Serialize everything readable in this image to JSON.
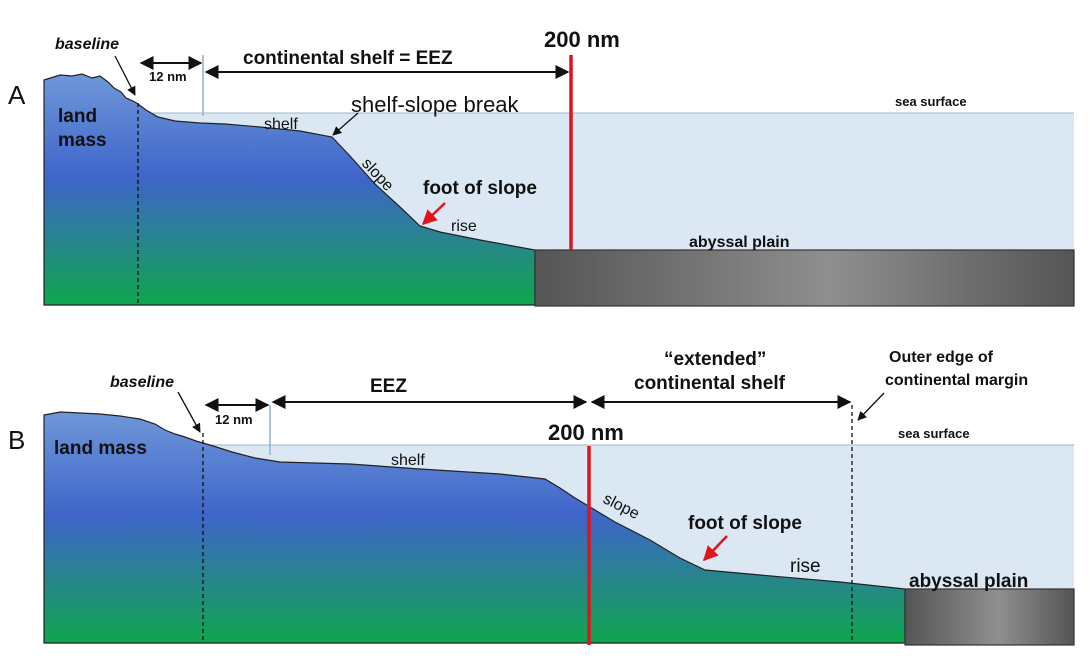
{
  "colors": {
    "sea": "#dbe8f3",
    "sea_border": "#9fb7c9",
    "land_top": "#6f97d9",
    "land_mid": "#3e65c9",
    "land_bottom": "#0fa64e",
    "plain_dark": "#555555",
    "plain_light": "#8f8f8f",
    "line_200nm": "#e0141c",
    "foot_arrow": "#e0141c"
  },
  "panel_a": {
    "letter": "A",
    "baseline": "baseline",
    "twelve_nm": "12 nm",
    "shelf_eez": "continental shelf = EEZ",
    "nm200": "200 nm",
    "sea_surface": "sea surface",
    "land_mass_line1": "land",
    "land_mass_line2": "mass",
    "shelf_slope_break": "shelf-slope break",
    "shelf": "shelf",
    "slope": "slope",
    "foot_of_slope": "foot of slope",
    "rise": "rise",
    "abyssal_plain": "abyssal plain"
  },
  "panel_b": {
    "letter": "B",
    "baseline": "baseline",
    "twelve_nm": "12 nm",
    "eez": "EEZ",
    "extended_line1": "“extended”",
    "extended_line2": "continental shelf",
    "outer_edge_line1": "Outer edge of",
    "outer_edge_line2": "continental margin",
    "nm200": "200 nm",
    "sea_surface": "sea surface",
    "land_mass": "land mass",
    "shelf": "shelf",
    "slope": "slope",
    "foot_of_slope": "foot of slope",
    "rise": "rise",
    "abyssal_plain": "abyssal plain"
  }
}
